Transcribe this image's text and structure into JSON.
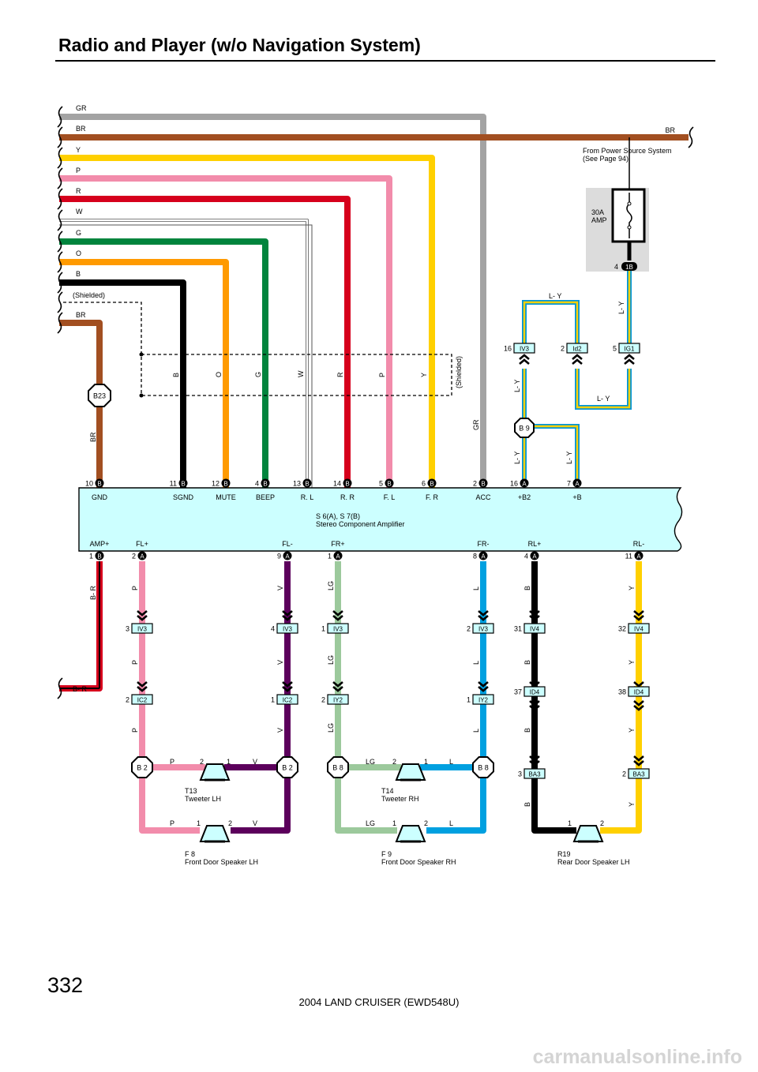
{
  "page": {
    "title": "Radio and Player (w/o Navigation System)",
    "page_number": "332",
    "footer": "2004 LAND CRUISER (EWD548U)",
    "watermark": "carmanualsonline.info"
  },
  "amplifier": {
    "name": "S 6(A), S 7(B)",
    "description": "Stereo Component Amplifier",
    "terminals_top": [
      "GND",
      "SGND",
      "MUTE",
      "BEEP",
      "R. L",
      "R. R",
      "F. L",
      "F. R",
      "ACC",
      "+B2",
      "+B"
    ],
    "terminals_bottom": [
      "AMP+",
      "FL+",
      "FL-",
      "FR+",
      "FR-",
      "RL+",
      "RL-"
    ]
  },
  "power_source": {
    "label": "From Power Source System",
    "ref": "(See Page 94)",
    "fuse": "30A",
    "fuse_unit": "AMP",
    "pin": "4",
    "connector": "1B"
  },
  "left_wires": {
    "labels": [
      "GR",
      "BR",
      "Y",
      "P",
      "R",
      "W",
      "G",
      "O",
      "B",
      "(Shielded)",
      "BR"
    ],
    "br_right": "BR",
    "bottom": "B- R"
  },
  "mid_wire_labels": {
    "black": "B",
    "orange": "O",
    "green": "G",
    "white": "W",
    "red": "R",
    "pink": "P",
    "yellow": "Y",
    "shielded": "(Shielded)",
    "gray": "GR",
    "brown": "BR",
    "amp_plus": "B- R"
  },
  "b23": "B23",
  "top_pins": [
    "10",
    "11",
    "12",
    "4",
    "13",
    "14",
    "5",
    "6",
    "2",
    "16",
    "7"
  ],
  "top_letters": [
    "B",
    "B",
    "B",
    "B",
    "B",
    "B",
    "B",
    "B",
    "B",
    "A",
    "A"
  ],
  "bottom_pins": [
    "1",
    "2",
    "9",
    "1",
    "8",
    "4",
    "11"
  ],
  "bottom_letters": [
    "B",
    "A",
    "A",
    "A",
    "A",
    "A",
    "A"
  ],
  "ly": {
    "wire": "L- Y",
    "iv3_pin": "16",
    "iv3": "IV3",
    "id2_pin": "2",
    "id2": "Id2",
    "ig1_pin": "5",
    "ig1": "IG1",
    "b9": "B 9"
  },
  "colors": {
    "GR": "#a3a3a3",
    "BR": "#a24f21",
    "Y": "#ffd000",
    "P": "#f28cab",
    "R": "#d6001c",
    "W": "#ffffff",
    "G": "#00843d",
    "O": "#ff9a00",
    "B": "#000000",
    "V": "#5c005c",
    "LG": "#9cc99c",
    "L": "#00a0e0",
    "amp": "#ccffff",
    "conn": "#ccffff"
  },
  "speaker_lines": [
    {
      "color_name": "P",
      "conn1_pin": "3",
      "conn1": "IV3",
      "conn2_pin": "2",
      "conn2": "IC2"
    },
    {
      "color_name": "V",
      "conn1_pin": "4",
      "conn1": "IV3",
      "conn2_pin": "1",
      "conn2": "IC2"
    },
    {
      "color_name": "LG",
      "conn1_pin": "1",
      "conn1": "IV3",
      "conn2_pin": "2",
      "conn2": "IY2"
    },
    {
      "color_name": "L",
      "conn1_pin": "2",
      "conn1": "IV3",
      "conn2_pin": "1",
      "conn2": "IY2"
    },
    {
      "color_name": "B",
      "conn1_pin": "31",
      "conn1": "IV4",
      "conn2_pin": "37",
      "conn2": "ID4",
      "conn3_pin": "3",
      "conn3": "BA3"
    },
    {
      "color_name": "Y",
      "conn1_pin": "32",
      "conn1": "IV4",
      "conn2_pin": "38",
      "conn2": "ID4",
      "conn3_pin": "2",
      "conn3": "BA3"
    }
  ],
  "speakers": {
    "b2": "B 2",
    "b8": "B 8",
    "t13_id": "T13",
    "t13_name": "Tweeter LH",
    "t14_id": "T14",
    "t14_name": "Tweeter RH",
    "f8_id": "F 8",
    "f8_name": "Front Door Speaker LH",
    "f9_id": "F 9",
    "f9_name": "Front Door Speaker RH",
    "r19_id": "R19",
    "r19_name": "Rear Door Speaker LH",
    "pin1": "1",
    "pin2": "2"
  }
}
